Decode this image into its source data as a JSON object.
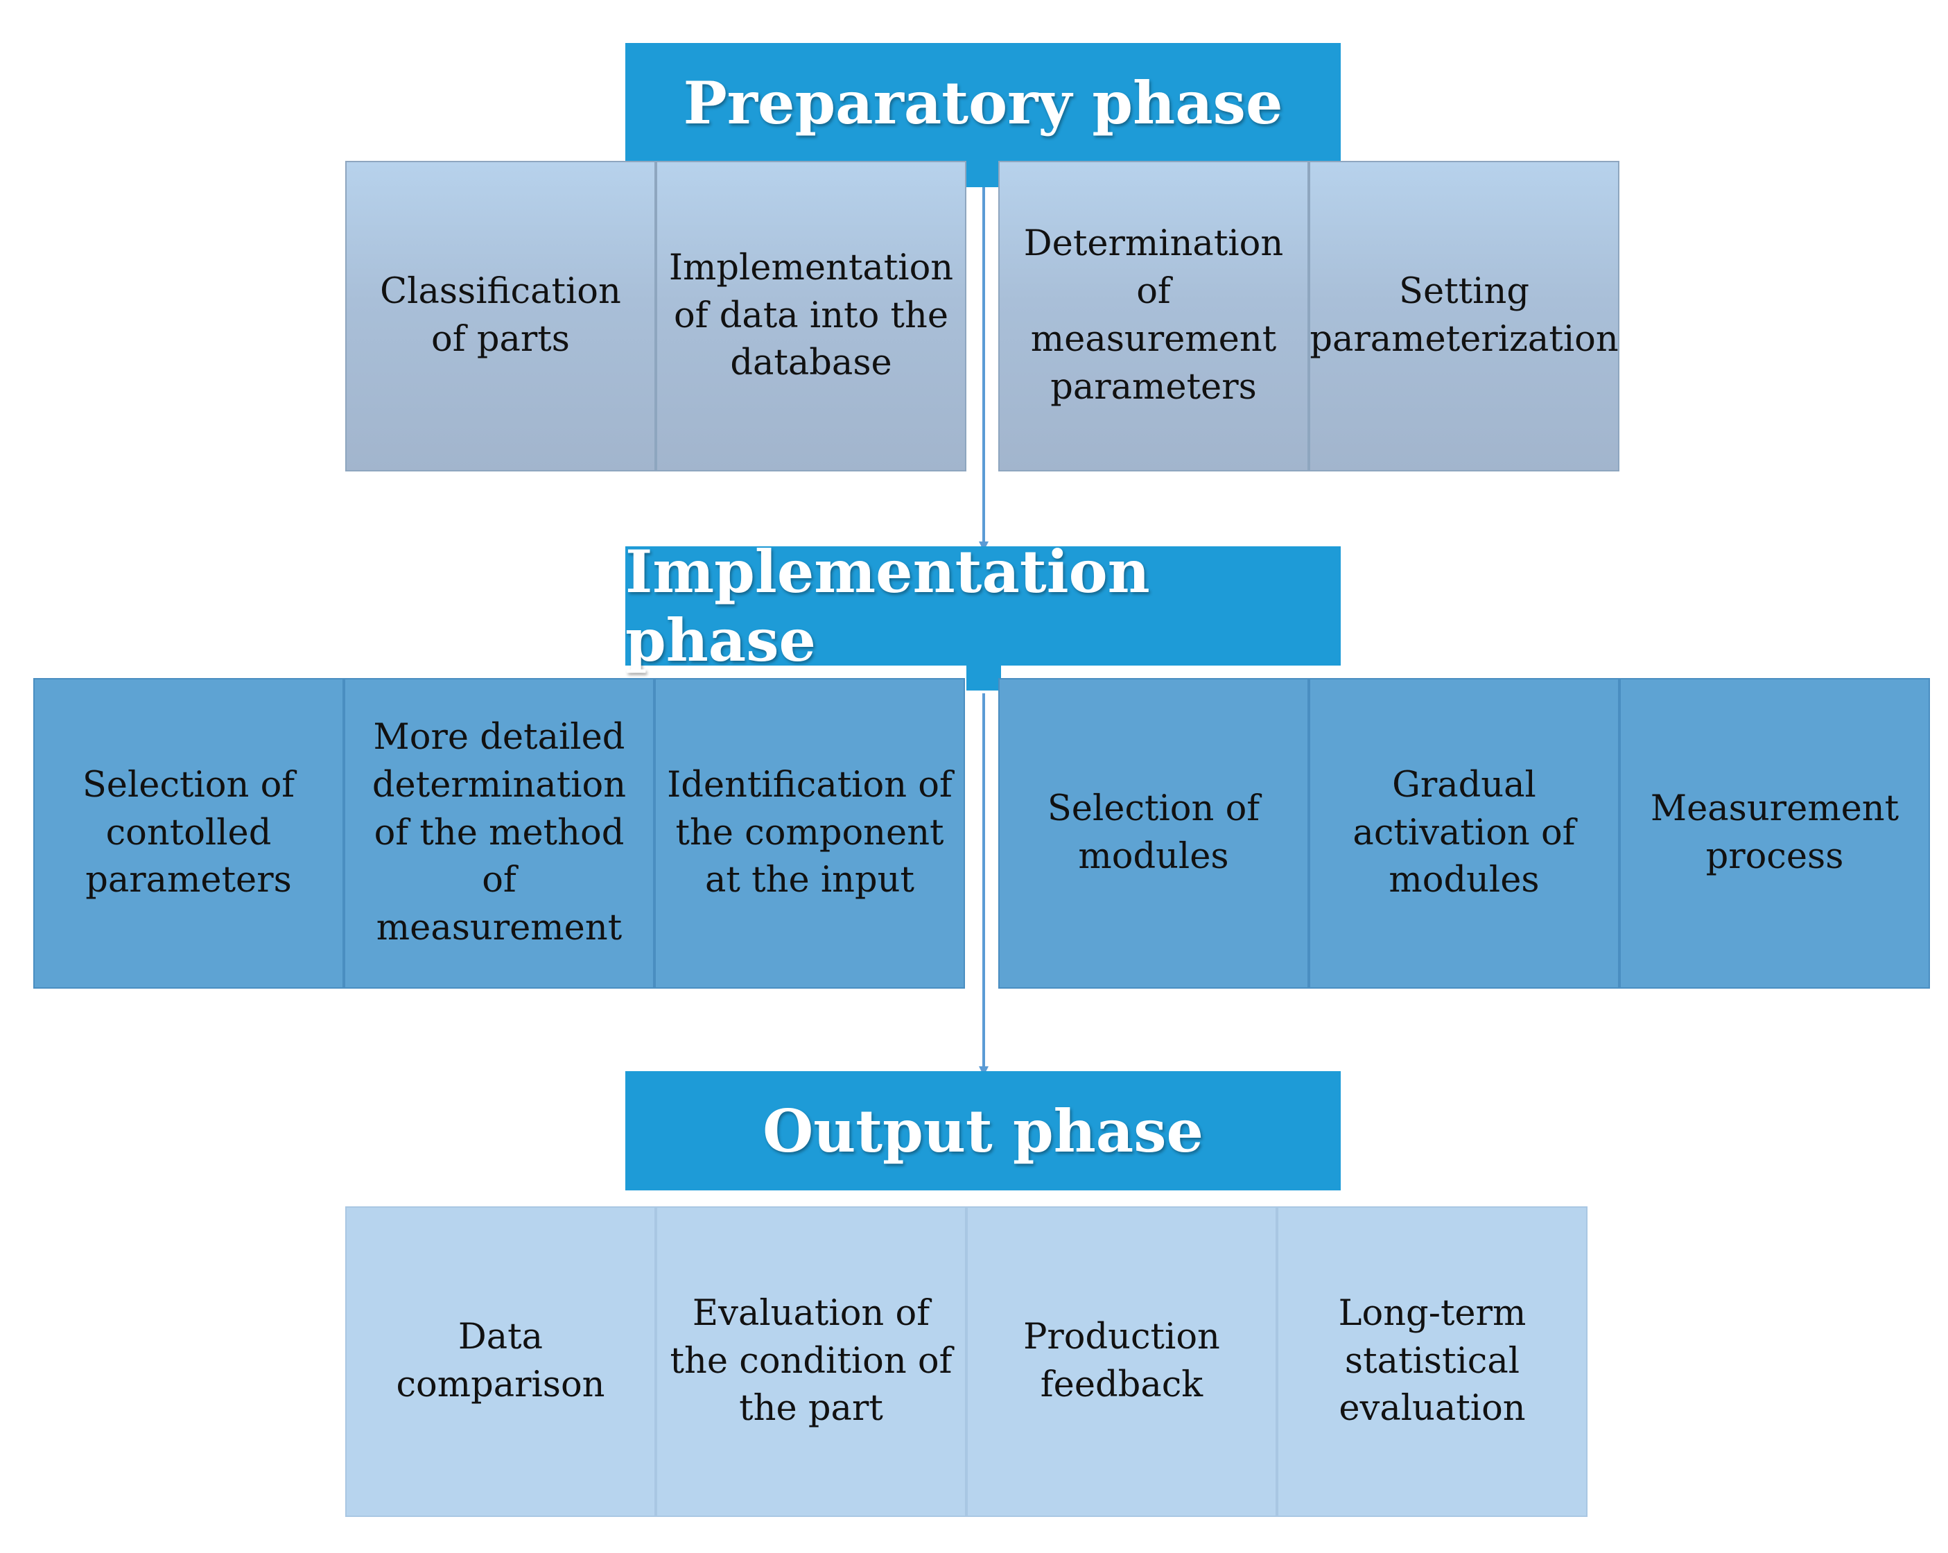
{
  "phases": {
    "preparatory": {
      "title": "Preparatory phase",
      "steps": [
        "Classification of parts",
        "Implementation of data into the database",
        "Determination of measurement parameters",
        "Setting parameterization"
      ]
    },
    "implementation": {
      "title": "Implementation phase",
      "steps": [
        "Selection of contolled parameters",
        "More detailed determination of the method of measurement",
        "Identification of the component at the input",
        "Selection of modules",
        "Gradual activation of modules",
        "Measurement process"
      ]
    },
    "output": {
      "title": "Output phase",
      "steps": [
        "Data comparison",
        "Evaluation of the condition of the part",
        "Production feedback",
        "Long-term statistical evaluation"
      ]
    }
  },
  "colors": {
    "header": "#1e9bd7",
    "preparatory_box": "#a9bfd8",
    "implementation_box": "#5ea3d3",
    "output_box": "#b7d4ee",
    "connector": "#5b9bd5"
  }
}
